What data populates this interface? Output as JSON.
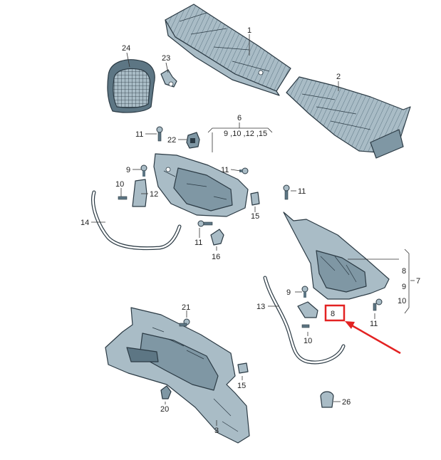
{
  "colors": {
    "part_fill": "#a9bcc6",
    "part_shade": "#7f97a4",
    "part_dark": "#5d7684",
    "outline": "#2b3a44",
    "highlight": "#e32222",
    "background": "#ffffff"
  },
  "callouts": {
    "n1": "1",
    "n2": "2",
    "n3": "3",
    "n6": "6",
    "n6_sub": "9 ,10 ,12 ,15",
    "n7": "7",
    "n8a": "8",
    "n9a": "9",
    "n10a": "10",
    "n8b": "8",
    "n9b": "9",
    "n9c": "9",
    "n10b": "10",
    "n10c": "10",
    "n11a": "11",
    "n11b": "11",
    "n11c": "11",
    "n11d": "11",
    "n11e": "11",
    "n12": "12",
    "n13": "13",
    "n14": "14",
    "n15a": "15",
    "n15b": "15",
    "n16": "16",
    "n20": "20",
    "n21": "21",
    "n22": "22",
    "n23": "23",
    "n24": "24",
    "n26": "26"
  }
}
